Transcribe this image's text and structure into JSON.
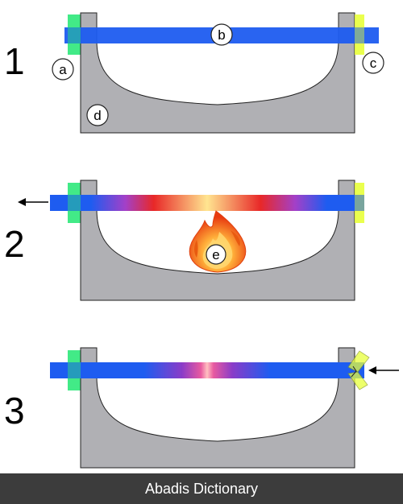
{
  "steps": [
    "1",
    "2",
    "3"
  ],
  "labels": {
    "a": "a",
    "b": "b",
    "c": "c",
    "d": "d",
    "e": "e"
  },
  "footer": {
    "text": "Abadis Dictionary"
  },
  "colors": {
    "rod": "#1e5cf0",
    "frame": "#b0b0b4",
    "frame_stroke": "#222222",
    "clamp_left": "#2ee87a",
    "clamp_right": "#e8ff3a",
    "heat_hot": "#e82020",
    "heat_core": "#ffe88a",
    "footer_bg": "#3c3c3c"
  },
  "icons": {
    "flame": "flame-icon",
    "arrow_left": "arrow-left-icon",
    "arrow_right": "arrow-left-icon"
  }
}
